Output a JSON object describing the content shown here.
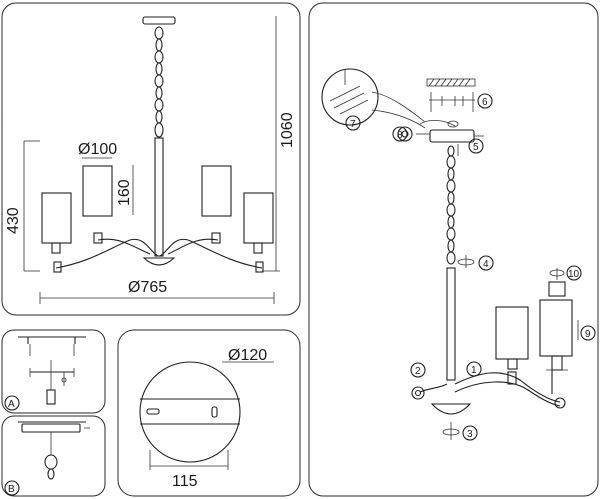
{
  "dimensions": {
    "height_total": "1060",
    "height_body": "430",
    "shade_diameter": "Ø100",
    "shade_height": "160",
    "span_diameter": "Ø765",
    "canopy_diameter": "Ø120",
    "mount_spacing": "115"
  },
  "panel_labels": {
    "a": "A",
    "b": "B"
  },
  "steps": [
    "1",
    "2",
    "3",
    "4",
    "5",
    "6",
    "7",
    "8",
    "9",
    "10"
  ]
}
